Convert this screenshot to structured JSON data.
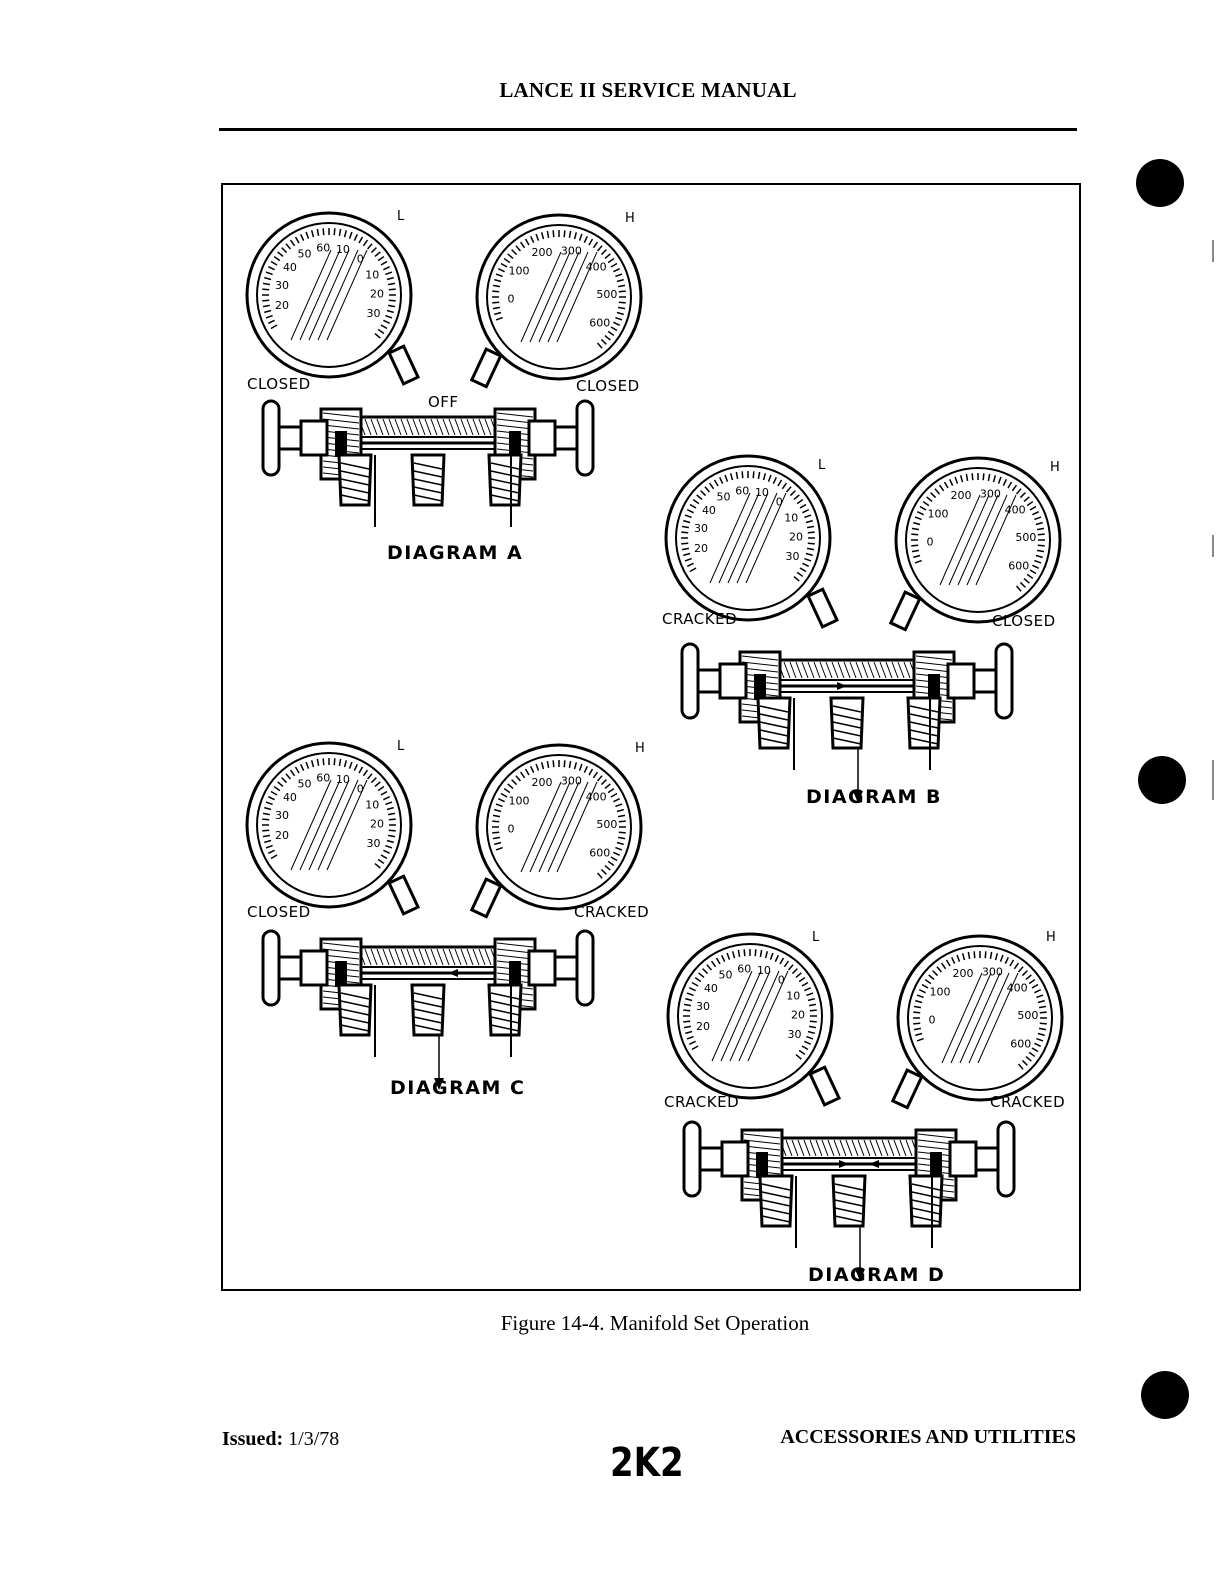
{
  "header": {
    "title": "LANCE II SERVICE MANUAL"
  },
  "figure": {
    "caption": "Figure 14-4.  Manifold Set Operation",
    "diagrams": [
      {
        "title": "DIAGRAM A",
        "low_gauge": "L",
        "high_gauge": "H",
        "left_valve": "CLOSED",
        "right_valve": "CLOSED",
        "center_label": "OFF"
      },
      {
        "title": "DIAGRAM B",
        "low_gauge": "L",
        "high_gauge": "H",
        "left_valve": "CRACKED",
        "right_valve": "CLOSED",
        "center_label": ""
      },
      {
        "title": "DIAGRAM C",
        "low_gauge": "L",
        "high_gauge": "H",
        "left_valve": "CLOSED",
        "right_valve": "CRACKED",
        "center_label": ""
      },
      {
        "title": "DIAGRAM D",
        "low_gauge": "L",
        "high_gauge": "H",
        "left_valve": "CRACKED",
        "right_valve": "CRACKED",
        "center_label": ""
      }
    ],
    "low_gauge_scale": [
      "20",
      "30",
      "40",
      "50",
      "60",
      "10",
      "0",
      "10",
      "20",
      "30"
    ],
    "high_gauge_scale": [
      "0",
      "100",
      "200",
      "300",
      "400",
      "500",
      "600"
    ]
  },
  "footer": {
    "issued_label": "Issued:",
    "issued_date": "1/3/78",
    "section": "ACCESSORIES AND UTILITIES",
    "page_code": "2K2"
  }
}
